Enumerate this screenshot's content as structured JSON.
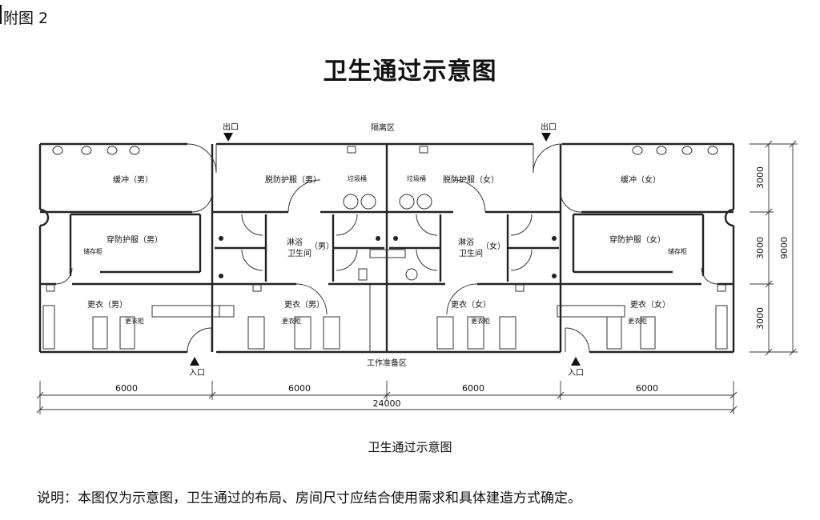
{
  "header": {
    "annex_label": "附图 2"
  },
  "title": "卫生通过示意图",
  "caption": "卫生通过示意图",
  "note": "说明：本图仅为示意图，卫生通过的布局、房间尺寸应结合使用需求和具体建造方式确定。",
  "zones": {
    "top": "隔离区",
    "bottom": "工作准备区"
  },
  "entries": {
    "exit": "出口",
    "entrance": "入口"
  },
  "rooms": {
    "shower_men": "缓冲（男）",
    "shower_women": "缓冲（女）",
    "doff_men": "脱防护服（男）",
    "doff_women": "脱防护服（女）",
    "don_men": "穿防护服（男）",
    "don_women": "穿防护服（女）",
    "bath_men_1": "淋浴",
    "bath_men_2": "卫生间",
    "bath_men_3": "（男）",
    "bath_women_1": "淋浴",
    "bath_women_2": "卫生间",
    "bath_women_3": "（女）",
    "change_men_left": "更衣（男）",
    "change_men_right": "更衣（男）",
    "change_women_left": "更衣（女）",
    "change_women_right": "更衣（女）"
  },
  "fixtures": {
    "storage_left": "储存柜",
    "storage_right": "储存柜",
    "locker_1": "更衣柜",
    "locker_2": "更衣柜",
    "locker_3": "更衣柜",
    "locker_4": "更衣柜",
    "bin_left": "垃圾桶",
    "bin_right": "垃圾桶"
  },
  "dimensions": {
    "bays": [
      "6000",
      "6000",
      "6000",
      "6000"
    ],
    "total_width": "24000",
    "rows": [
      "3000",
      "3000",
      "3000"
    ],
    "total_height": "9000"
  }
}
